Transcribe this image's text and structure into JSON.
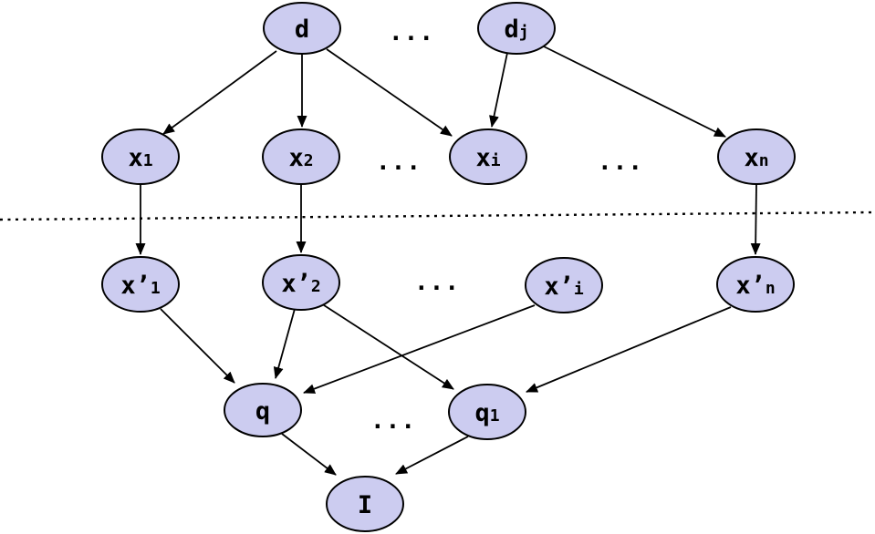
{
  "diagram": {
    "type": "bayesian-network-graph",
    "colors": {
      "background": "#ffffff",
      "node_fill": "#ccccf0",
      "node_stroke": "#000000",
      "edge": "#000000",
      "label": "#000000"
    },
    "ellipsis": "...",
    "nodes": {
      "d": {
        "label": "d",
        "sub": ""
      },
      "dj": {
        "label": "d",
        "sub": "j"
      },
      "x1": {
        "label": "x",
        "sub": "1"
      },
      "x2": {
        "label": "x",
        "sub": "2"
      },
      "xi": {
        "label": "x",
        "sub": "i"
      },
      "xn": {
        "label": "x",
        "sub": "n"
      },
      "xp1": {
        "label": "x’",
        "sub": "1"
      },
      "xp2": {
        "label": "x’",
        "sub": "2"
      },
      "xpi": {
        "label": "x’",
        "sub": "i"
      },
      "xpn": {
        "label": "x’",
        "sub": "n"
      },
      "q": {
        "label": "q",
        "sub": ""
      },
      "q1": {
        "label": "q",
        "sub": "1"
      },
      "I": {
        "label": "I",
        "sub": ""
      }
    },
    "edges": [
      {
        "from": "d",
        "to": "x1"
      },
      {
        "from": "d",
        "to": "x2"
      },
      {
        "from": "d",
        "to": "xi"
      },
      {
        "from": "dj",
        "to": "xi"
      },
      {
        "from": "dj",
        "to": "xn"
      },
      {
        "from": "x1",
        "to": "xp1"
      },
      {
        "from": "x2",
        "to": "xp2"
      },
      {
        "from": "xn",
        "to": "xpn"
      },
      {
        "from": "xp1",
        "to": "q"
      },
      {
        "from": "xp2",
        "to": "q"
      },
      {
        "from": "xp2",
        "to": "q1"
      },
      {
        "from": "xpi",
        "to": "q"
      },
      {
        "from": "xpn",
        "to": "q1"
      },
      {
        "from": "q",
        "to": "I"
      },
      {
        "from": "q1",
        "to": "I"
      }
    ],
    "separator": {
      "style": "dotted",
      "orientation": "horizontal"
    }
  }
}
